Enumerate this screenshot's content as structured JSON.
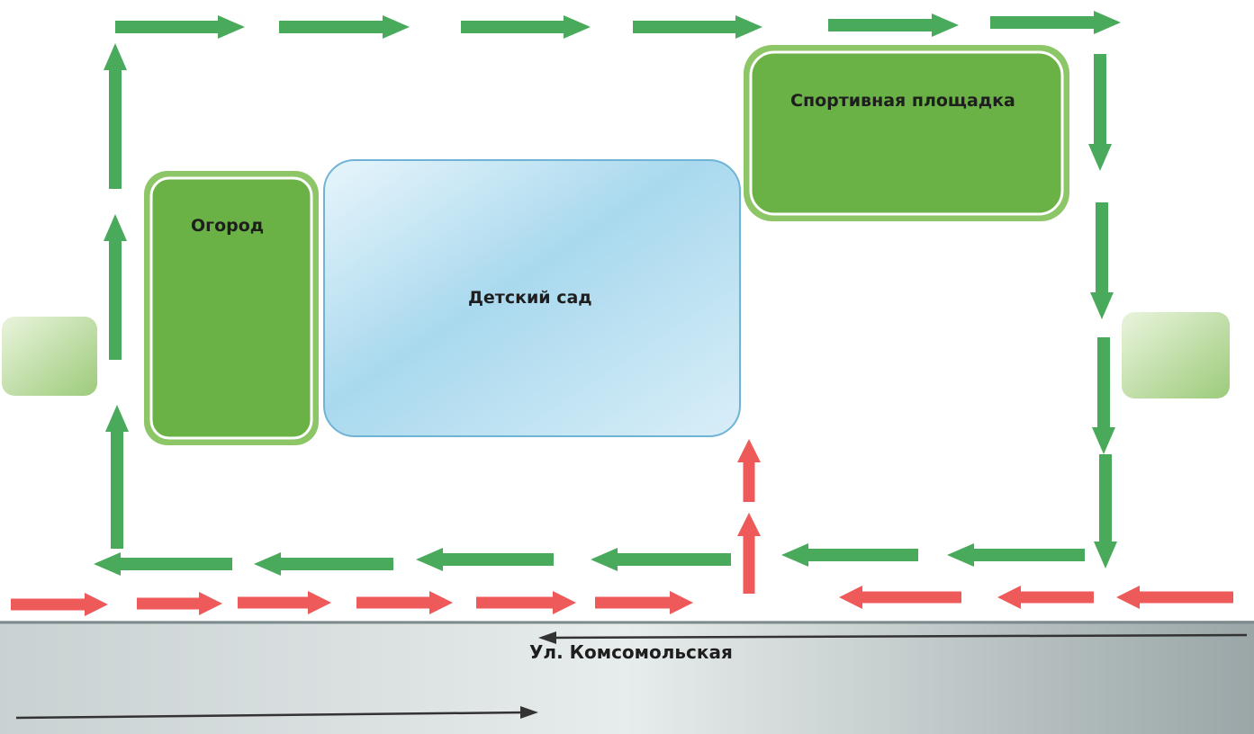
{
  "labels": {
    "garden": "Огород",
    "kindergarten": "Детский сад",
    "sports_ground": "Спортивная площадка",
    "street": "Ул. Комсомольская"
  },
  "colors": {
    "green_arrow": "#4aaa5c",
    "red_arrow": "#ee5a5a",
    "garden_fill": "#6ab245",
    "kindergarten_fill": "#bfe3f3",
    "road": "#a9b3b4",
    "traffic_line": "#333333"
  },
  "routes": {
    "pedestrian_route": "green-arrows",
    "approach_route": "red-arrows"
  }
}
